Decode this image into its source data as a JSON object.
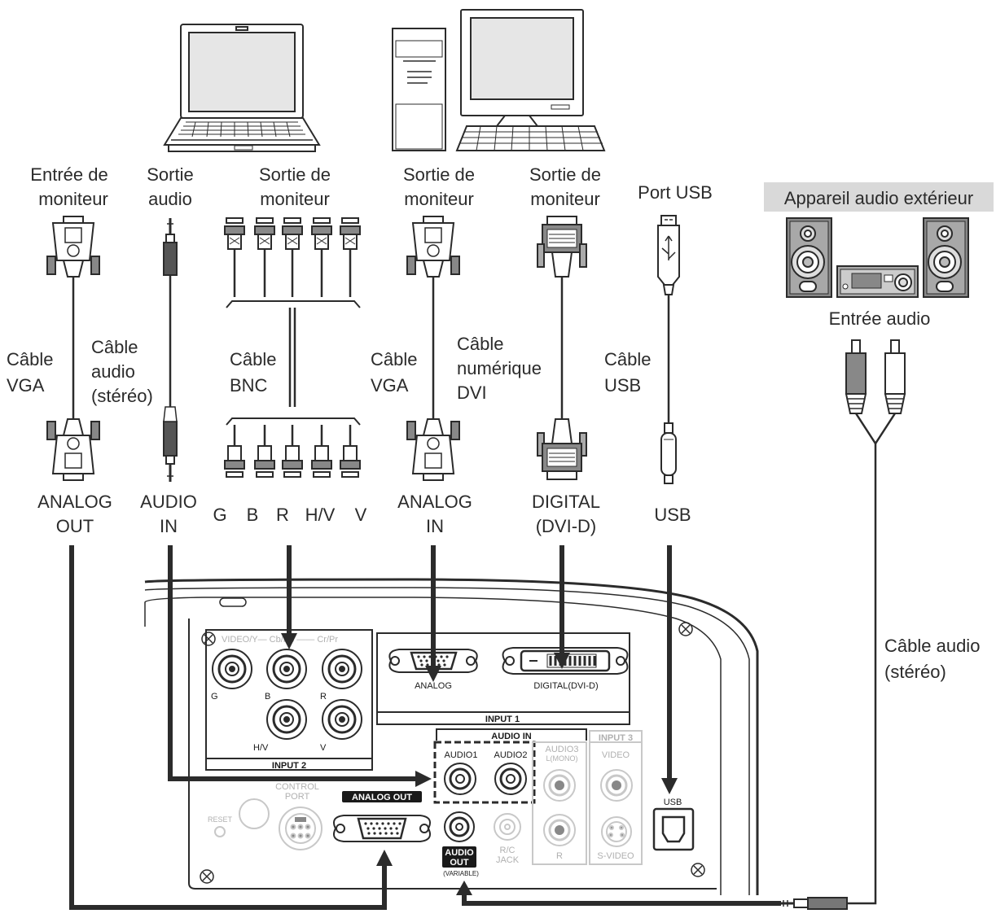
{
  "labels": {
    "laptop_monitor_in": [
      "Entrée de",
      "moniteur"
    ],
    "laptop_audio_out": [
      "Sortie",
      "audio"
    ],
    "bnc_monitor_out": [
      "Sortie de",
      "moniteur"
    ],
    "pc_monitor_out": [
      "Sortie de",
      "moniteur"
    ],
    "pc_dvi_out": [
      "Sortie de",
      "moniteur"
    ],
    "usb_port": "Port USB",
    "ext_audio": "Appareil audio extérieur",
    "audio_input": "Entrée audio",
    "cable_vga_1": [
      "Câble",
      "VGA"
    ],
    "cable_audio_1": [
      "Câble",
      "audio",
      "(stéréo)"
    ],
    "cable_bnc": [
      "Câble",
      "BNC"
    ],
    "cable_vga_2": [
      "Câble",
      "VGA"
    ],
    "cable_dvi": [
      "Câble",
      "numérique",
      "DVI"
    ],
    "cable_usb": [
      "Câble",
      "USB"
    ],
    "cable_audio_2": [
      "Câble audio",
      "(stéréo)"
    ],
    "term_analog_out": [
      "ANALOG",
      "OUT"
    ],
    "term_audio_in": [
      "AUDIO",
      "IN"
    ],
    "term_bnc": [
      "G",
      "B",
      "R",
      "H/V",
      "V"
    ],
    "term_analog_in": [
      "ANALOG",
      "IN"
    ],
    "term_digital": [
      "DIGITAL",
      "(DVI-D)"
    ],
    "term_usb": "USB"
  },
  "panel": {
    "bnc_header": "VIDEO/Y— Cb/Pb —— Cr/Pr",
    "bnc_g": "G",
    "bnc_b": "B",
    "bnc_r": "R",
    "bnc_hv": "H/V",
    "bnc_v": "V",
    "input2": "INPUT 2",
    "analog": "ANALOG",
    "digital": "DIGITAL(DVI-D)",
    "input1": "INPUT 1",
    "audio_in": "AUDIO IN",
    "audio1": "AUDIO1",
    "audio2": "AUDIO2",
    "audio3": "AUDIO3",
    "l_mono": "L(MONO)",
    "r": "R",
    "input3": "INPUT 3",
    "video": "VIDEO",
    "s_video": "S-VIDEO",
    "control_port": [
      "CONTROL",
      "PORT"
    ],
    "reset": "RESET",
    "analog_out": "ANALOG OUT",
    "audio_out": [
      "AUDIO",
      "OUT"
    ],
    "variable": "(VARIABLE)",
    "rc_jack": [
      "R/C",
      "JACK"
    ],
    "usb": "USB"
  },
  "colors": {
    "line": "#2b2b2b",
    "panel_gray": "#c8c8c8",
    "callout_bg": "#d9d9d9"
  }
}
